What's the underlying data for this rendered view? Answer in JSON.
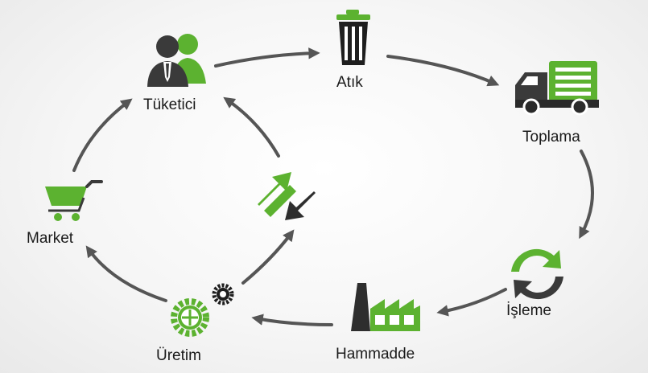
{
  "nodes": {
    "tuketici": "Tüketici",
    "atik": "Atık",
    "toplama": "Toplama",
    "isleme": "İşleme",
    "hammadde": "Hammadde",
    "uretim": "Üretim",
    "market": "Market"
  },
  "colors": {
    "green": "#5cb230",
    "dark_gray": "#3a3a3a",
    "arrow_gray": "#555555",
    "background": "#f4f4f4"
  },
  "icons": {
    "tuketici": "people-icon",
    "atik": "trash-can-icon",
    "toplama": "truck-icon",
    "isleme": "recycle-icon",
    "hammadde": "factory-icon",
    "uretim": "gear-icon",
    "market": "shopping-cart-icon",
    "center": "double-arrow-icon"
  }
}
